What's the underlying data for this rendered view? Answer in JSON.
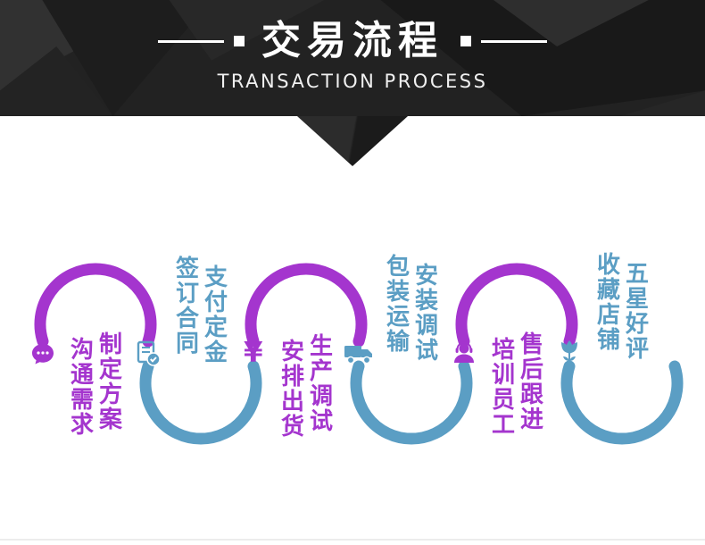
{
  "header": {
    "title": "交易流程",
    "subtitle": "TRANSACTION PROCESS"
  },
  "flow": {
    "colors": {
      "purple": "#A435CE",
      "blue": "#5B9EC4"
    },
    "yuan_symbol": "¥",
    "stations": [
      {
        "icon": "chat-icon",
        "color": "purple",
        "labels": [
          "沟通需求",
          "制定方案"
        ]
      },
      {
        "icon": "contract-icon",
        "color": "blue",
        "labels": [
          "签订合同",
          "支付定金"
        ]
      },
      {
        "icon": "yuan-icon",
        "color": "purple",
        "labels": [
          "安排出货",
          "生产调试"
        ]
      },
      {
        "icon": "truck-icon",
        "color": "blue",
        "labels": [
          "包装运输",
          "安装调试"
        ]
      },
      {
        "icon": "customer-service-icon",
        "color": "purple",
        "labels": [
          "培训员工",
          "售后跟进"
        ]
      },
      {
        "icon": "flower-icon",
        "color": "blue",
        "labels": [
          "收藏店铺",
          "五星好评"
        ]
      }
    ]
  }
}
